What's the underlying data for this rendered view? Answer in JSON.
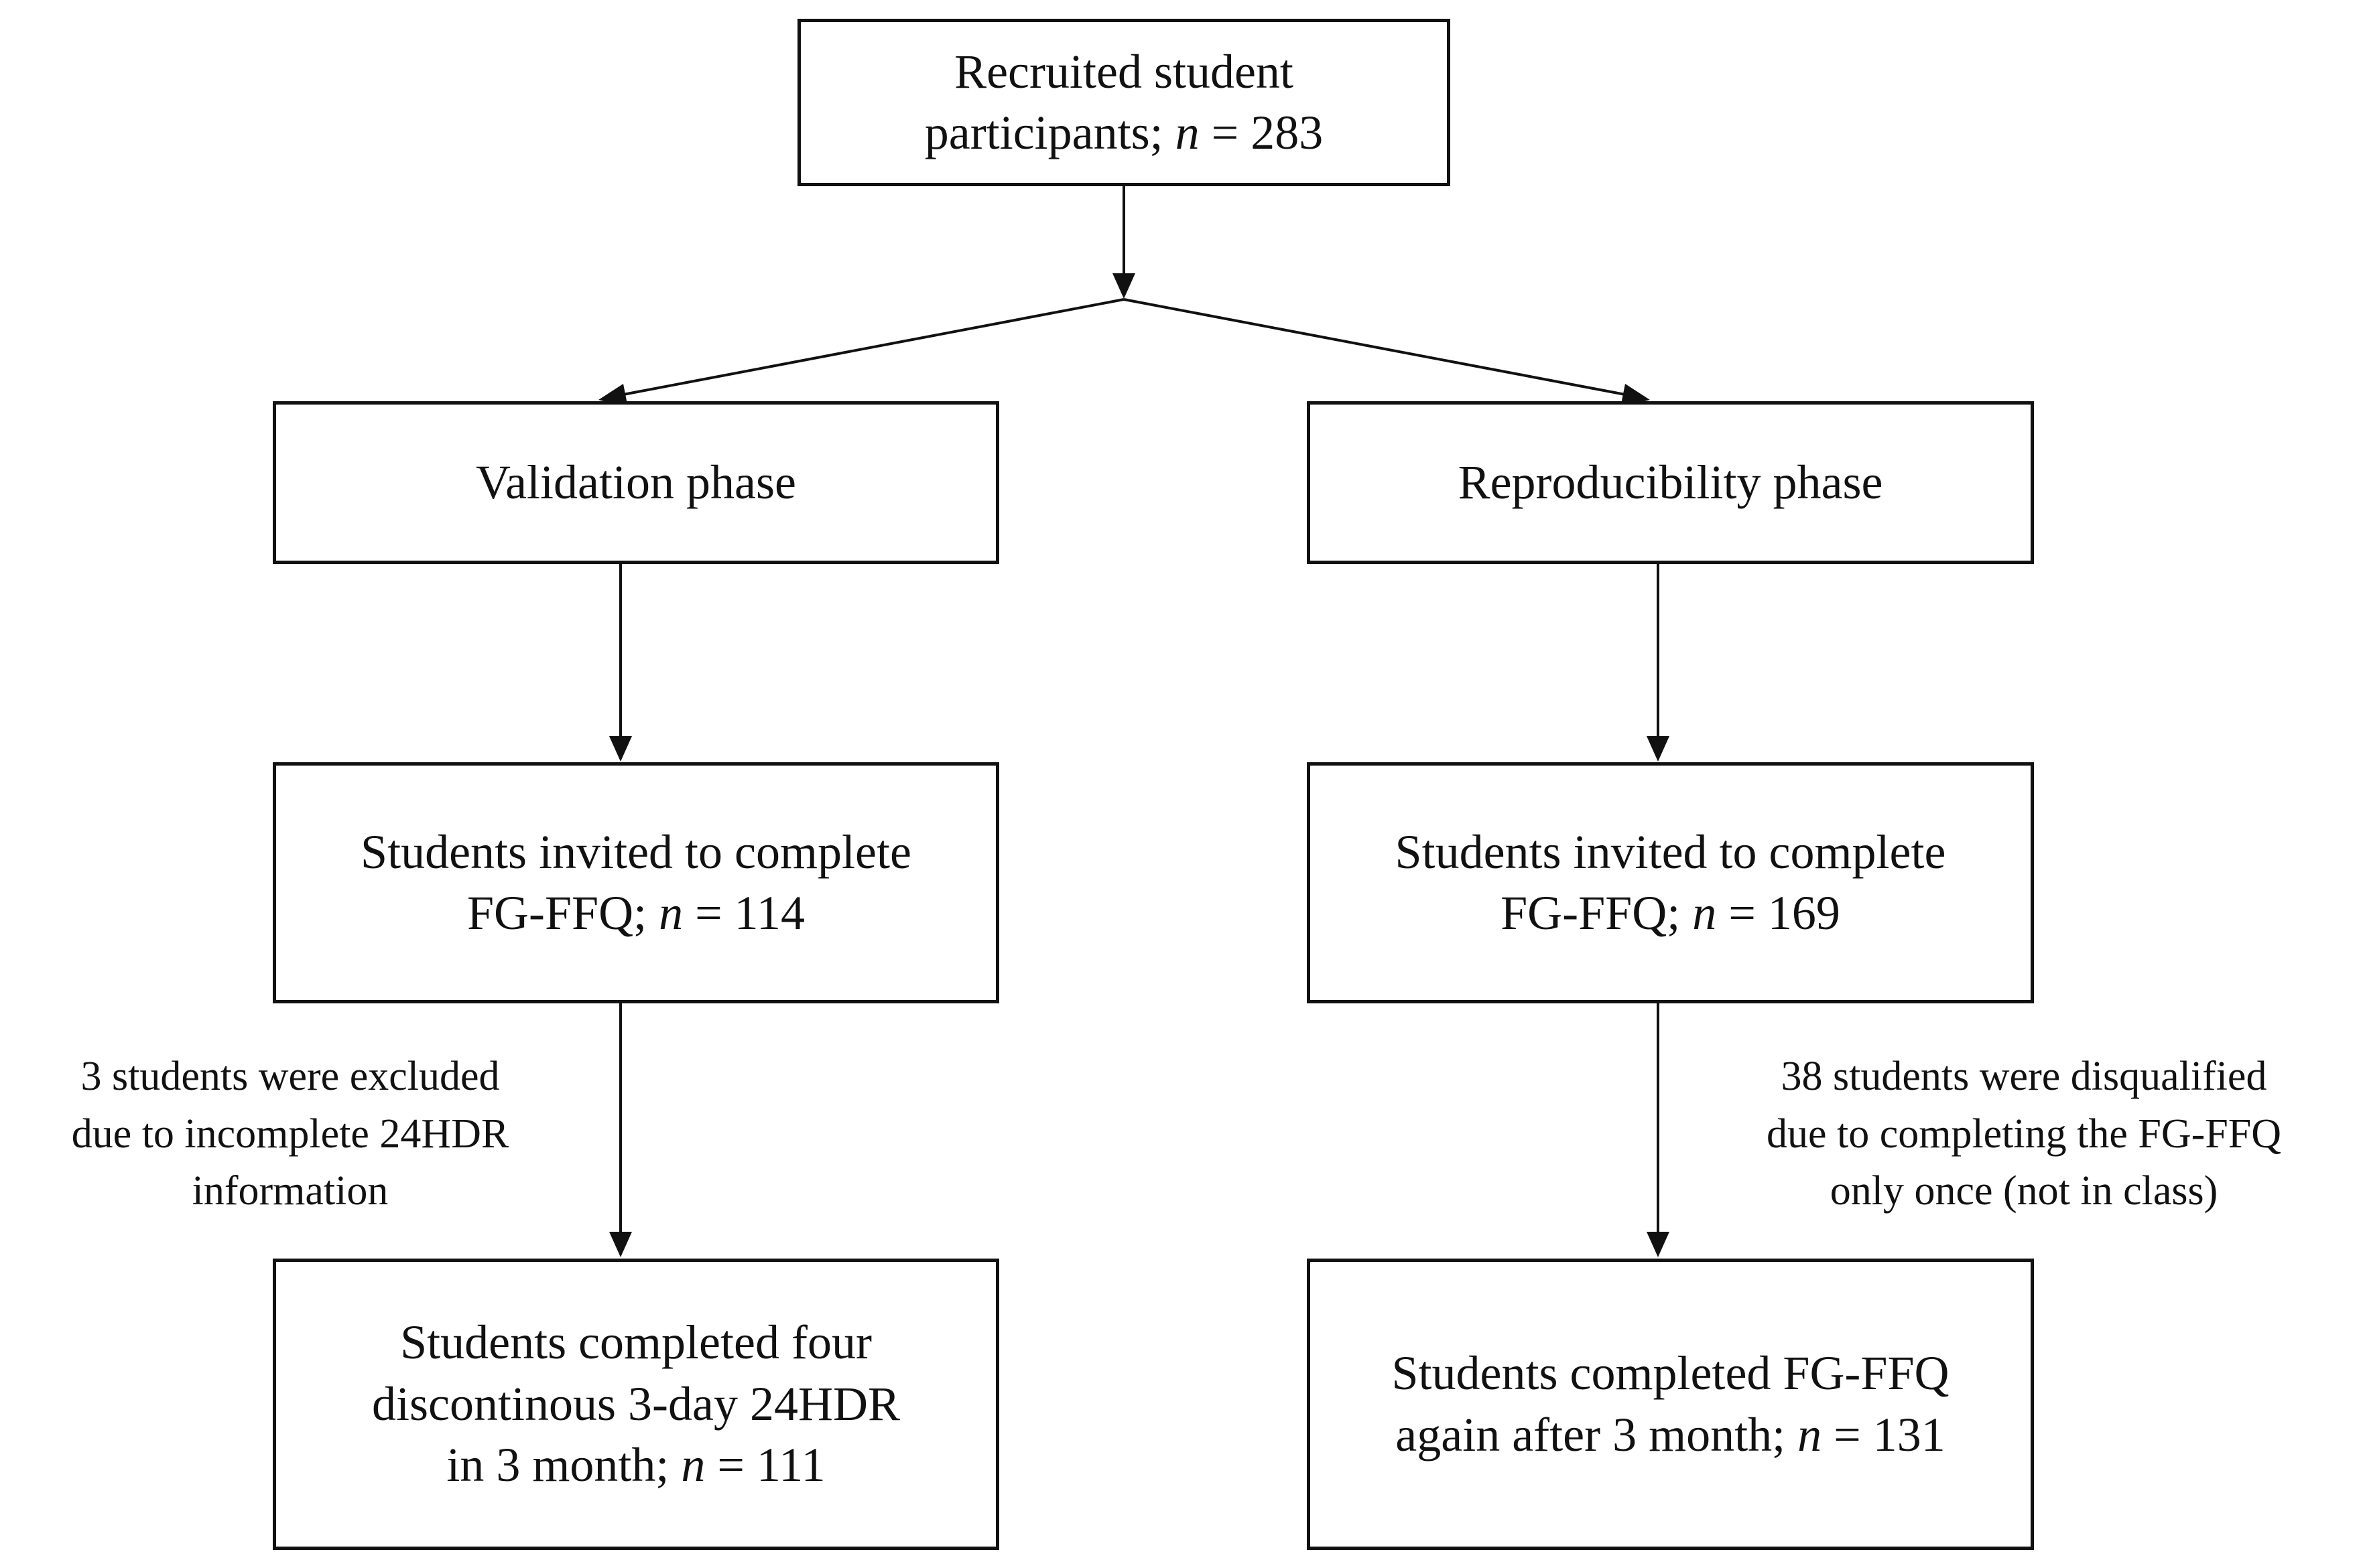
{
  "nodes": {
    "recruited": {
      "line1": "Recruited student",
      "line2_prefix": "participants; ",
      "n_symbol": "n",
      "line2_suffix": " = 283"
    },
    "validation_phase": {
      "label": "Validation phase"
    },
    "reproducibility_phase": {
      "label": "Reproducibility phase"
    },
    "validation_invited": {
      "line1": "Students invited to complete",
      "line2_prefix": "FG-FFQ; ",
      "n_symbol": "n",
      "line2_suffix": " = 114"
    },
    "reproducibility_invited": {
      "line1": "Students invited to complete",
      "line2_prefix": "FG-FFQ; ",
      "n_symbol": "n",
      "line2_suffix": " = 169"
    },
    "validation_completed": {
      "line1": "Students completed four",
      "line2": "discontinous 3-day 24HDR",
      "line3_prefix": "in 3 month; ",
      "n_symbol": "n",
      "line3_suffix": " = 111"
    },
    "reproducibility_completed": {
      "line1": "Students completed FG-FFQ",
      "line2_prefix": "again after 3 month; ",
      "n_symbol": "n",
      "line2_suffix": " = 131"
    }
  },
  "notes": {
    "validation_excluded": {
      "line1": "3 students were excluded",
      "line2": "due to incomplete 24HDR",
      "line3": "information"
    },
    "reproducibility_disqualified": {
      "line1": "38 students were disqualified",
      "line2": "due to completing the FG-FFQ",
      "line3": "only once (not in class)"
    }
  }
}
